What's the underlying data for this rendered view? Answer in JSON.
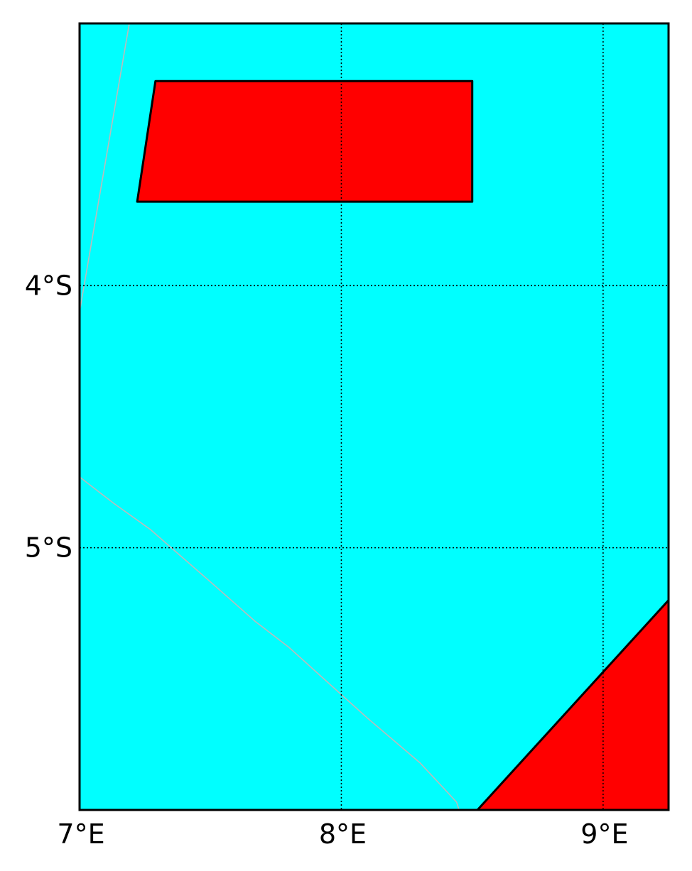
{
  "map": {
    "extent": {
      "lon_min": 7.0,
      "lon_max": 9.25,
      "lat_min": -6.0,
      "lat_max": -3.0
    },
    "colors": {
      "water": "#00ffff",
      "land": "#ff0000",
      "frame": "#000000",
      "gridline": "#000000",
      "boundary": "#bbbbbb"
    },
    "meridians": [
      {
        "lon": 7,
        "label": "7°E"
      },
      {
        "lon": 8,
        "label": "8°E"
      },
      {
        "lon": 9,
        "label": "9°E"
      }
    ],
    "parallels": [
      {
        "lat": -4,
        "label": "4°S"
      },
      {
        "lat": -5,
        "label": "5°S"
      }
    ],
    "land_polygons": [
      {
        "name": "land-north",
        "coords": [
          [
            7.29,
            -3.22
          ],
          [
            8.5,
            -3.22
          ],
          [
            8.5,
            -3.68
          ],
          [
            7.22,
            -3.68
          ]
        ]
      },
      {
        "name": "land-southeast",
        "coords": [
          [
            8.52,
            -6.0
          ],
          [
            9.25,
            -5.2
          ],
          [
            9.25,
            -6.0
          ]
        ]
      }
    ],
    "boundaries": [
      {
        "name": "boundary-north",
        "coords": [
          [
            7.19,
            -3.0
          ],
          [
            7.0,
            -4.1
          ]
        ]
      },
      {
        "name": "boundary-south",
        "coords": [
          [
            7.0,
            -4.73
          ],
          [
            7.13,
            -4.83
          ],
          [
            7.27,
            -4.93
          ],
          [
            7.5,
            -5.13
          ],
          [
            7.67,
            -5.28
          ],
          [
            7.8,
            -5.38
          ],
          [
            8.0,
            -5.56
          ],
          [
            8.1,
            -5.65
          ],
          [
            8.3,
            -5.82
          ],
          [
            8.44,
            -5.97
          ],
          [
            8.45,
            -6.0
          ]
        ]
      }
    ]
  }
}
